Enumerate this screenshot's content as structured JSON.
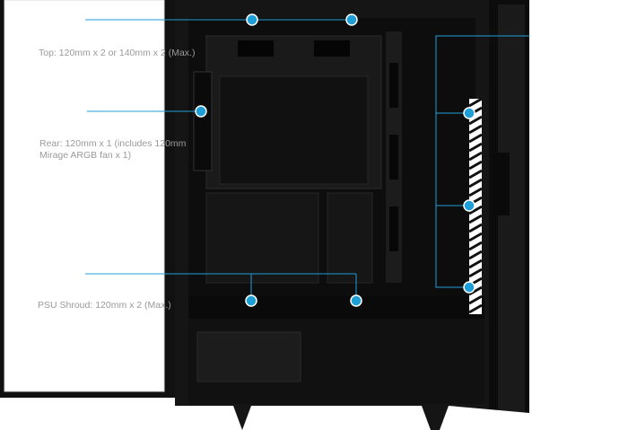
{
  "callouts": {
    "top": "Top: 120mm x 2 or 140mm x 2 (Max.)",
    "rear_line1": "Rear: 120mm x 1 (includes 120mm",
    "rear_line2": "Mirage ARGB fan x 1)",
    "psu": "PSU Shroud: 120mm x 2 (Max.)"
  },
  "colors": {
    "accent": "#1e9fd8",
    "case": "#141414",
    "case_dark": "#0a0a0a",
    "text": "#9a9a9a"
  },
  "icons": [
    "fan-icon",
    "fan-icon",
    "fan-icon"
  ]
}
